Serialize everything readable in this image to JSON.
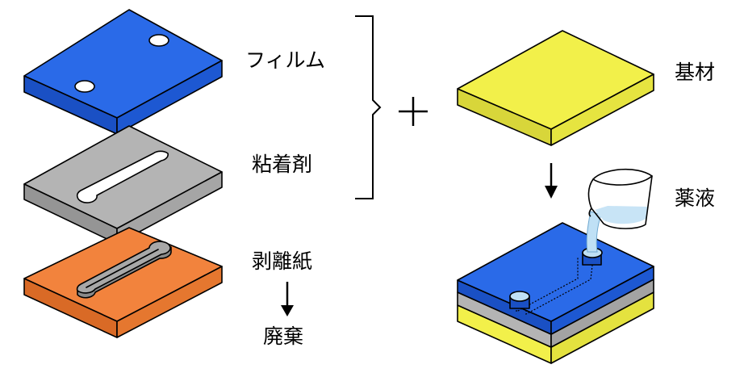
{
  "labels": {
    "film": "フィルム",
    "adhesive": "粘着剤",
    "release_paper": "剥離紙",
    "discard": "廃棄",
    "substrate": "基材",
    "chemical": "薬液"
  },
  "symbols": {
    "plus": "+",
    "brace": "curly-brace-icon",
    "down_arrow": "down-arrow-icon",
    "beaker": "beaker-icon"
  },
  "colors": {
    "film": "#2a6ae8",
    "adhesive": "#b4b4b4",
    "release_paper": "#f2833d",
    "substrate": "#f2f04a",
    "liquid": "#bfe0f5",
    "outline": "#000000"
  }
}
